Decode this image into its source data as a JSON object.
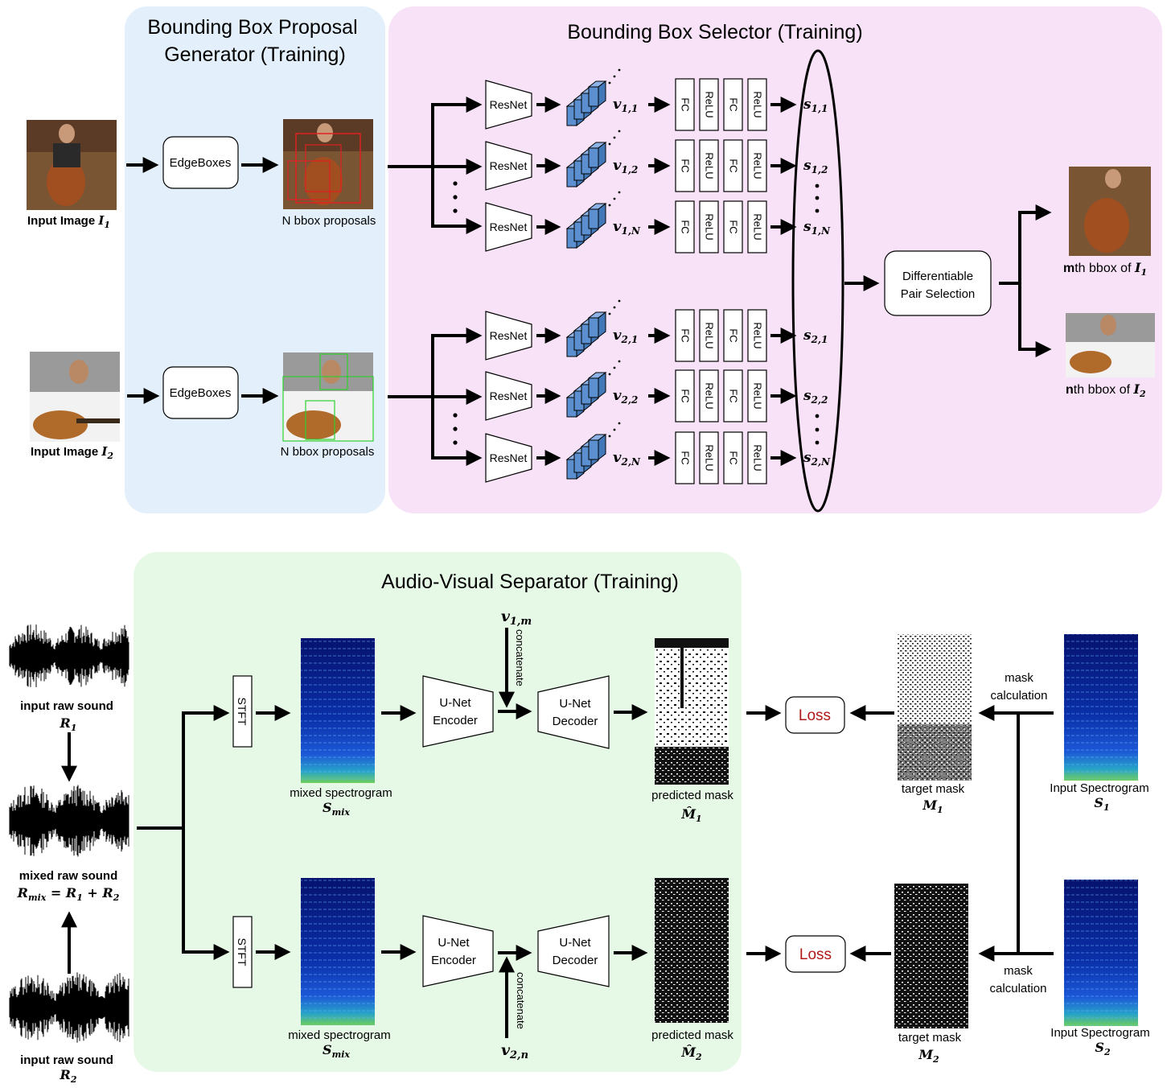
{
  "sections": {
    "proposal_title_1": "Bounding Box Proposal",
    "proposal_title_2": "Generator (Training)",
    "selector_title": "Bounding Box Selector (Training)",
    "separator_title": "Audio-Visual Separator (Training)"
  },
  "colors": {
    "proposal_bg": "#e3f0fb",
    "selector_bg": "#f8e2f7",
    "separator_bg": "#e6f8e6",
    "loss_text": "#b01818",
    "cube": "#5b8fd0"
  },
  "inputs": {
    "image1_label": "Input Image",
    "image1_sym": "I",
    "image1_sub": "1",
    "image2_label": "Input Image",
    "image2_sym": "I",
    "image2_sub": "2"
  },
  "proposal": {
    "edgeboxes_1": "EdgeBoxes",
    "edgeboxes_2": "EdgeBoxes",
    "proposals_1": "N bbox proposals",
    "proposals_2": "N bbox proposals"
  },
  "selector": {
    "resnet": "ResNet",
    "fc": "FC",
    "relu": "ReLU",
    "feature_sym": "v",
    "score_sym": "s",
    "rows": [
      {
        "sub": "1,1"
      },
      {
        "sub": "1,2"
      },
      {
        "sub": "1,N"
      },
      {
        "sub": "2,1"
      },
      {
        "sub": "2,2"
      },
      {
        "sub": "2,N"
      }
    ],
    "pair_selection_1": "Differentiable",
    "pair_selection_2": "Pair Selection"
  },
  "outputs": {
    "out1_bold": "m",
    "out1_text": "th bbox of",
    "out1_sym": "I",
    "out1_sub": "1",
    "out2_bold": "n",
    "out2_text": "th bbox of",
    "out2_sym": "I",
    "out2_sub": "2"
  },
  "separator": {
    "raw1_label": "input raw sound",
    "raw1_sym": "R",
    "raw1_sub": "1",
    "mix_label": "mixed raw sound",
    "mix_formula": "R",
    "mix_formula_sub": "mix",
    "mix_formula_rest_1": " = R",
    "mix_formula_rest_sub1": "1",
    "mix_formula_rest_2": " + R",
    "mix_formula_rest_sub2": "2",
    "raw2_label": "input raw sound",
    "raw2_sym": "R",
    "raw2_sub": "2",
    "stft": "STFT",
    "mixed_spec_label": "mixed spectrogram",
    "spec_sym": "S",
    "spec_sub": "mix",
    "encoder_1": "U-Net",
    "encoder_2": "Encoder",
    "decoder_1": "U-Net",
    "decoder_2": "Decoder",
    "concatenate": "concatenate",
    "v_top_sub": "1,m",
    "v_bottom_sub": "2,n",
    "pred_mask_label": "predicted mask",
    "pred_sym": "M̂",
    "pred_sub1": "1",
    "pred_sub2": "2",
    "loss": "Loss",
    "target_mask_label": "target mask",
    "target_sym": "M",
    "target_sub1": "1",
    "target_sub2": "2",
    "mask_calc_1": "mask",
    "mask_calc_2": "calculation",
    "input_spec_label": "Input Spectrogram",
    "input_spec_sym": "S",
    "input_spec_sub1": "1",
    "input_spec_sub2": "2"
  }
}
